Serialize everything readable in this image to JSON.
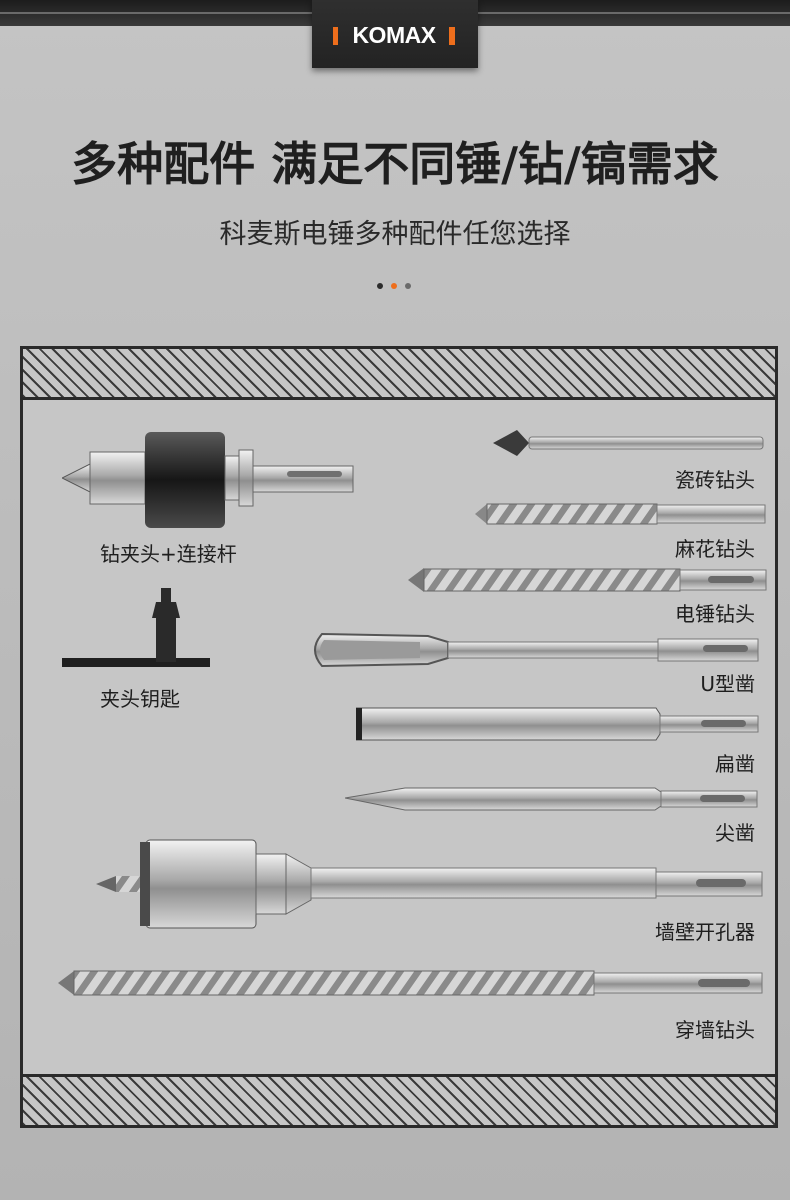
{
  "brand": {
    "logo_text": "KOMAX",
    "accent_color": "#ee6e1c"
  },
  "header": {
    "title": "多种配件 满足不同锤/钻/镐需求",
    "subtitle": "科麦斯电锤多种配件任您选择"
  },
  "pager": {
    "active_index": 1,
    "count": 3
  },
  "accessories_left": [
    {
      "label": "钻夹头+连接杆",
      "icon": "drill-chuck-icon"
    },
    {
      "label": "夹头钥匙",
      "icon": "chuck-key-icon"
    }
  ],
  "accessories_right": [
    {
      "label": "瓷砖钻头",
      "icon": "tile-drill-bit-icon"
    },
    {
      "label": "麻花钻头",
      "icon": "twist-drill-bit-icon"
    },
    {
      "label": "电锤钻头",
      "icon": "hammer-drill-bit-icon"
    },
    {
      "label": "U型凿",
      "icon": "u-chisel-icon"
    },
    {
      "label": "扁凿",
      "icon": "flat-chisel-icon"
    },
    {
      "label": "尖凿",
      "icon": "point-chisel-icon"
    },
    {
      "label": "墙壁开孔器",
      "icon": "wall-hole-saw-icon"
    },
    {
      "label": "穿墙钻头",
      "icon": "wall-penetrating-bit-icon"
    }
  ]
}
